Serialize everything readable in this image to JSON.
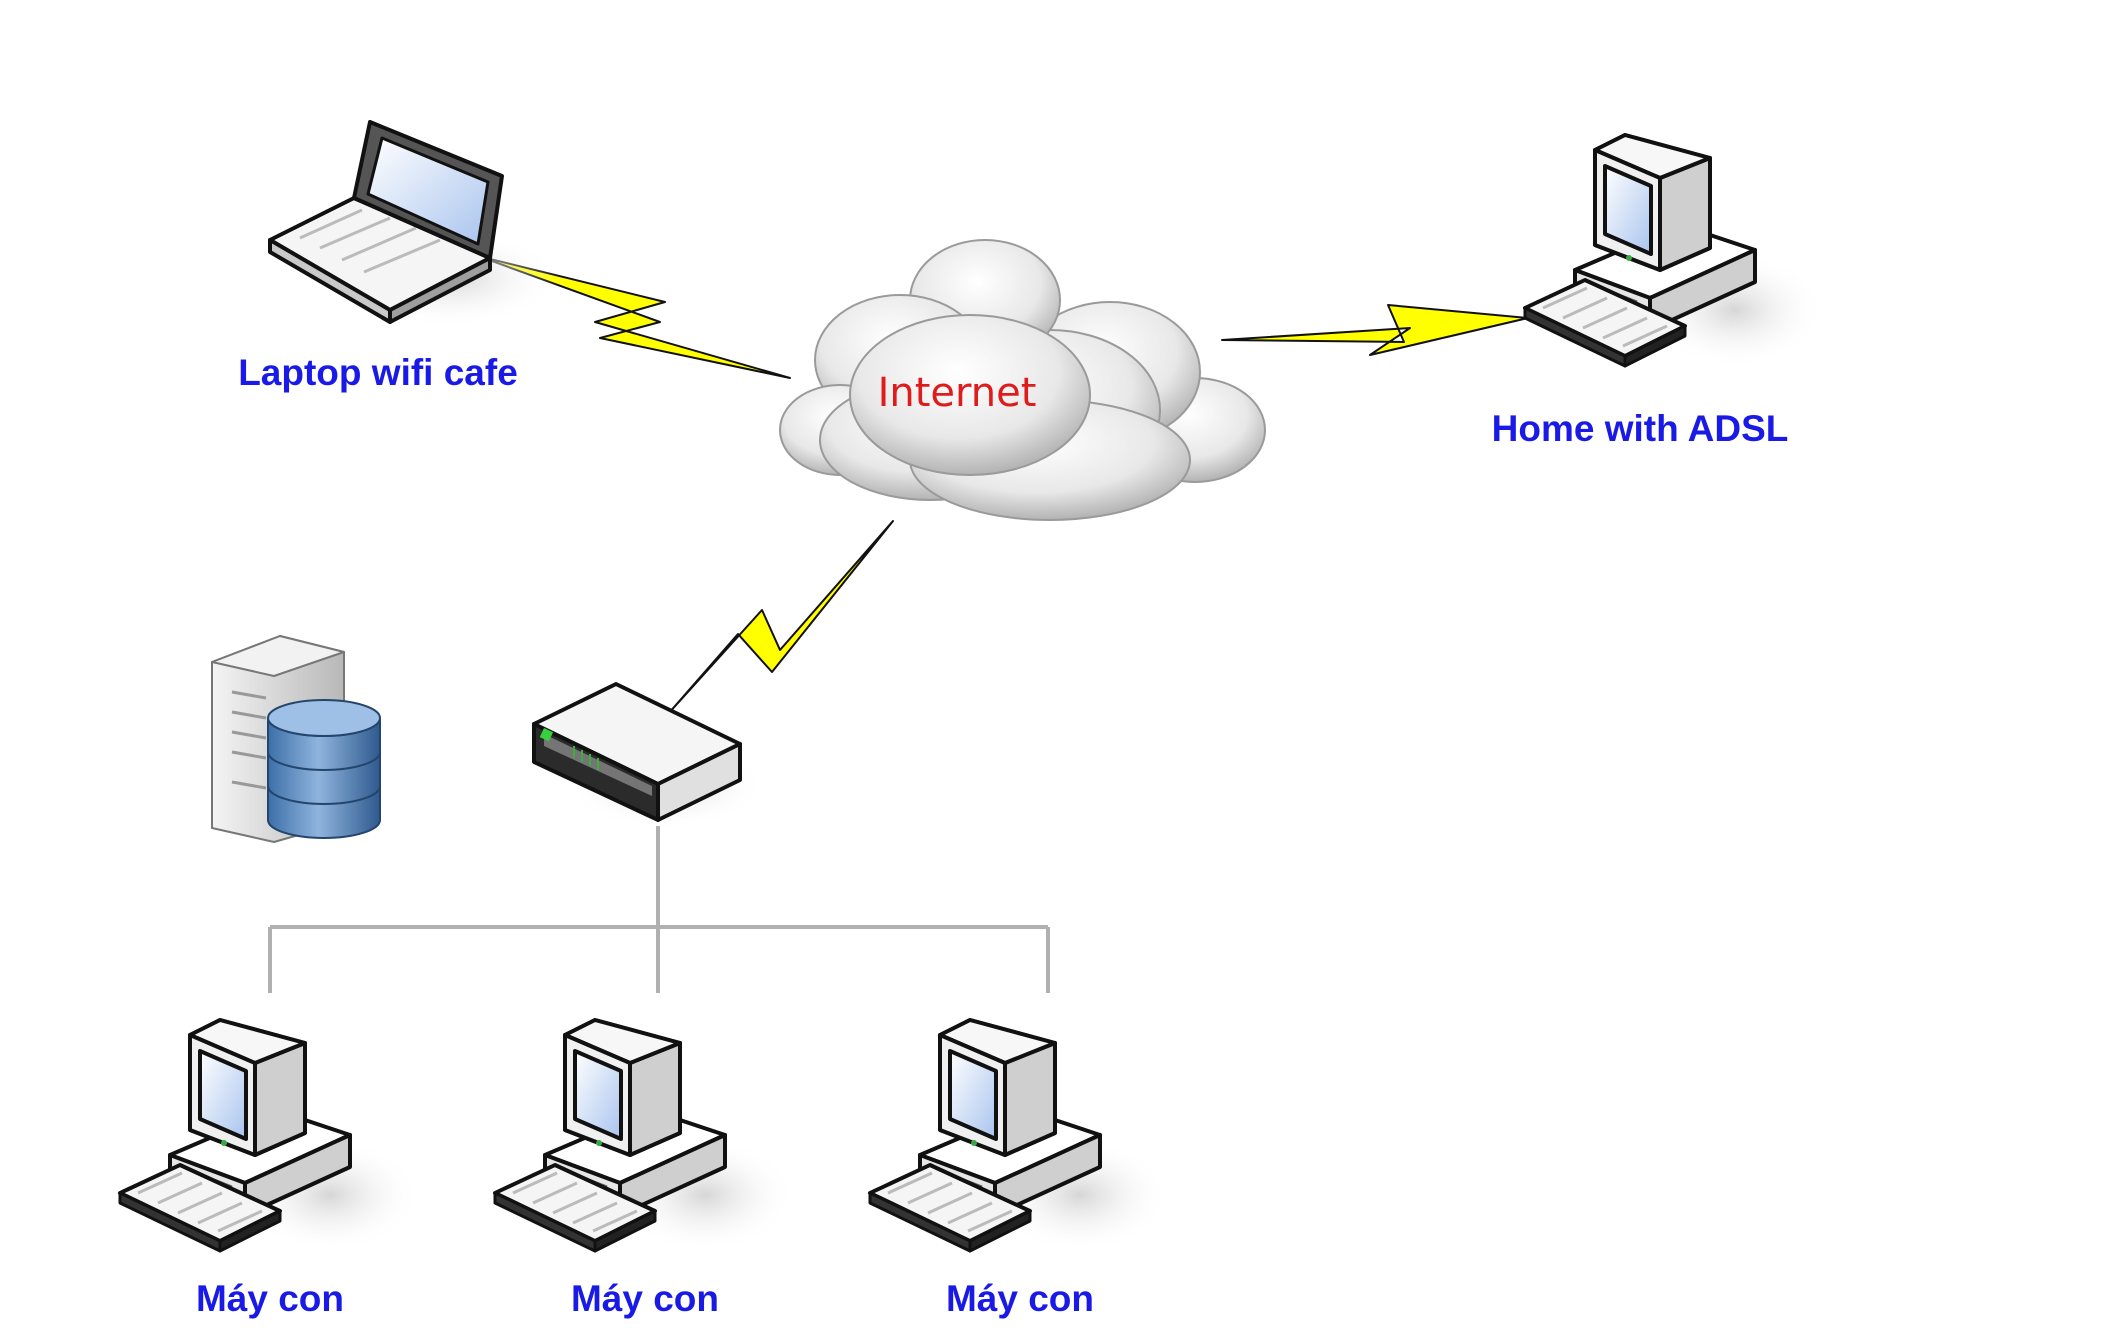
{
  "diagram": {
    "cloud_label": "Internet",
    "laptop_label": "Laptop wifi cafe",
    "home_label": "Home with ADSL",
    "client_labels": [
      "Máy con",
      "Máy con",
      "Máy con"
    ]
  },
  "colors": {
    "label": "#1a1ae6",
    "cloud_text": "#e01b1b",
    "lightning": "#ffff00",
    "wire": "#b0b0b0"
  }
}
